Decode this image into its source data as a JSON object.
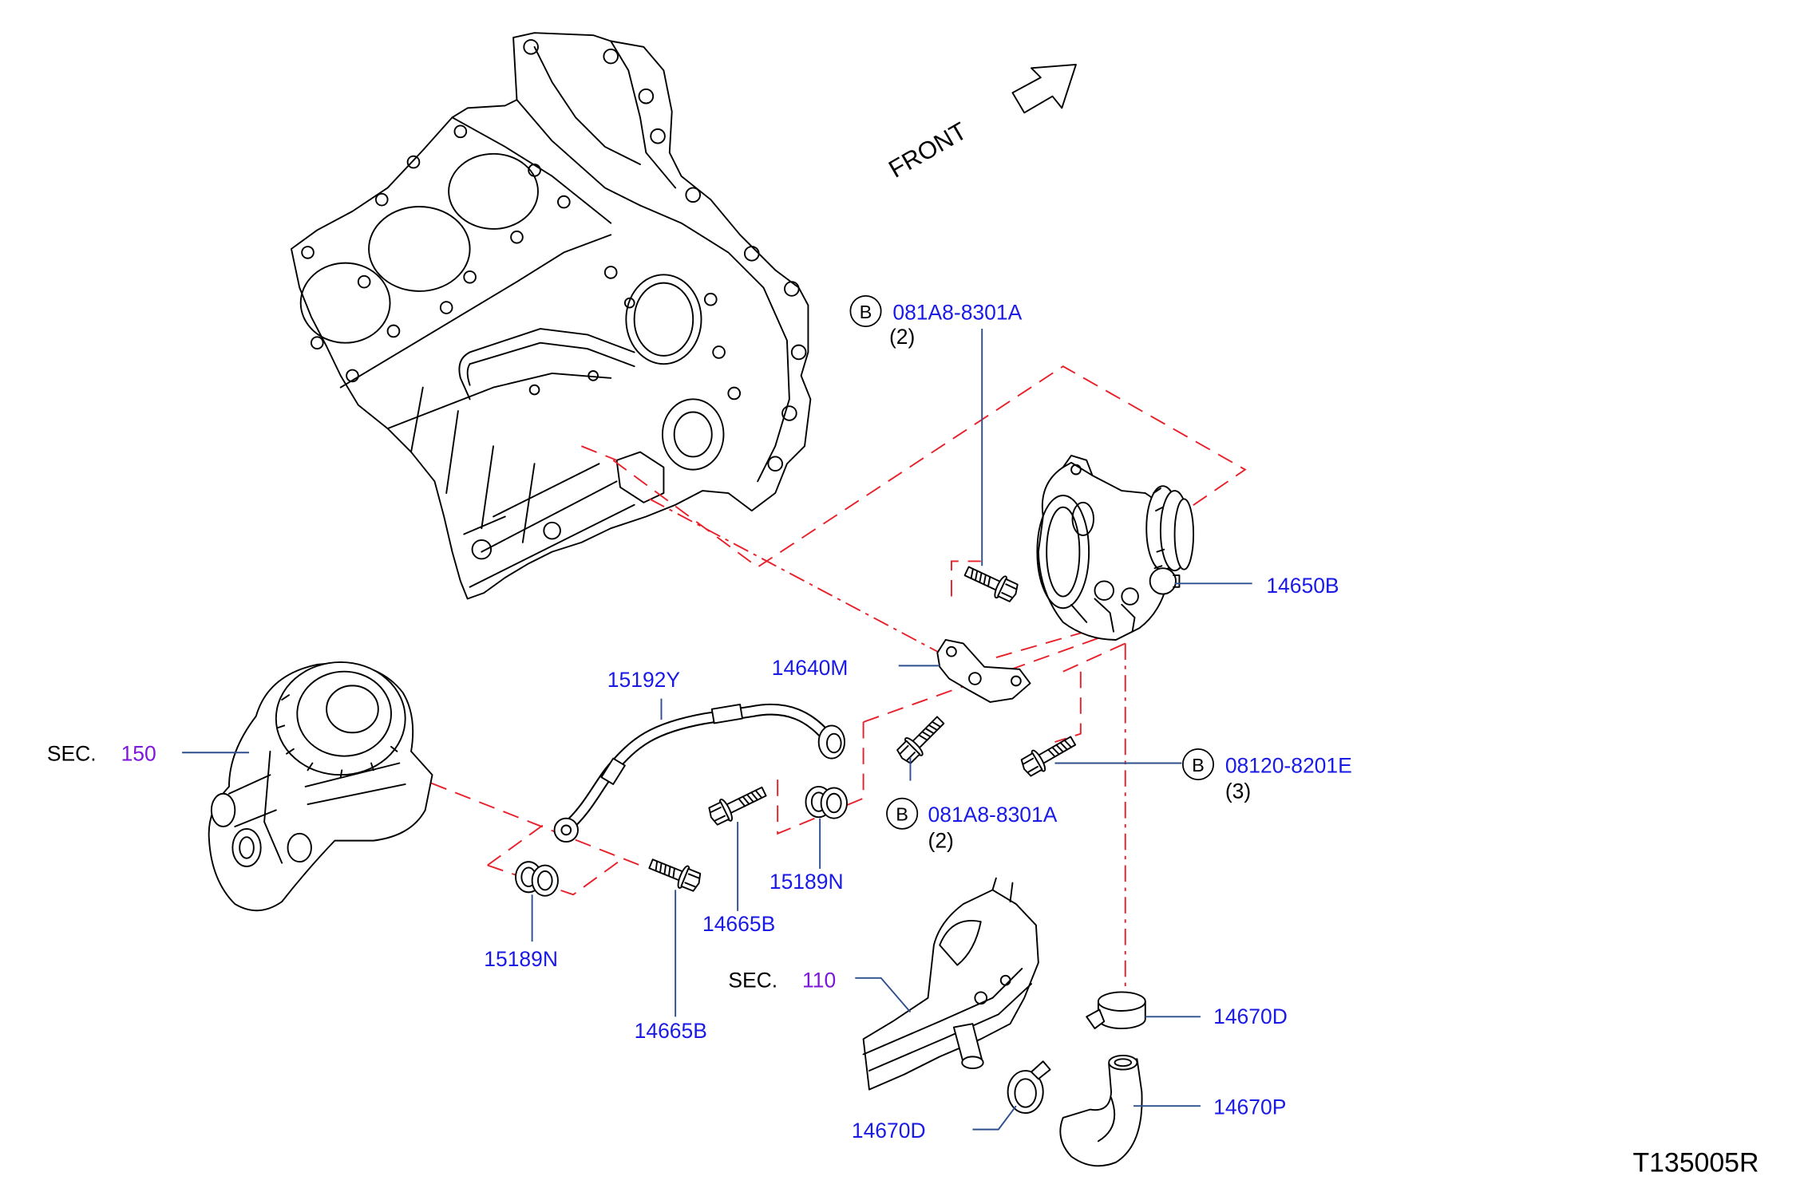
{
  "figure": {
    "front_label": "FRONT",
    "drawing_code": "T135005R"
  },
  "callouts": {
    "bolt_upper": {
      "badge": "B",
      "part_number": "081A8-8301A",
      "quantity": "(2)"
    },
    "vacuum_pump": {
      "part_number": "14650B"
    },
    "bracket": {
      "part_number": "14640M"
    },
    "tube": {
      "part_number": "15192Y"
    },
    "section_150": {
      "prefix": "SEC.",
      "section": "150"
    },
    "bolt_middle": {
      "badge": "B",
      "part_number": "081A8-8301A",
      "quantity": "(2)"
    },
    "bolt_right": {
      "badge": "B",
      "part_number": "08120-8201E",
      "quantity": "(3)"
    },
    "gasket_right": {
      "part_number": "15189N"
    },
    "eye_bolt_right": {
      "part_number": "14665B"
    },
    "gasket_left": {
      "part_number": "15189N"
    },
    "eye_bolt_left": {
      "part_number": "14665B"
    },
    "section_110": {
      "prefix": "SEC.",
      "section": "110"
    },
    "hose_clamp_upper": {
      "part_number": "14670D"
    },
    "hose": {
      "part_number": "14670P"
    },
    "hose_clamp_lower": {
      "part_number": "14670D"
    }
  },
  "colors": {
    "part_number": "#1a1ae6",
    "section_number": "#7d16d9",
    "phantom_line": "#e8202a",
    "leader_line": "#2d4f8e",
    "ink": "#000000"
  }
}
